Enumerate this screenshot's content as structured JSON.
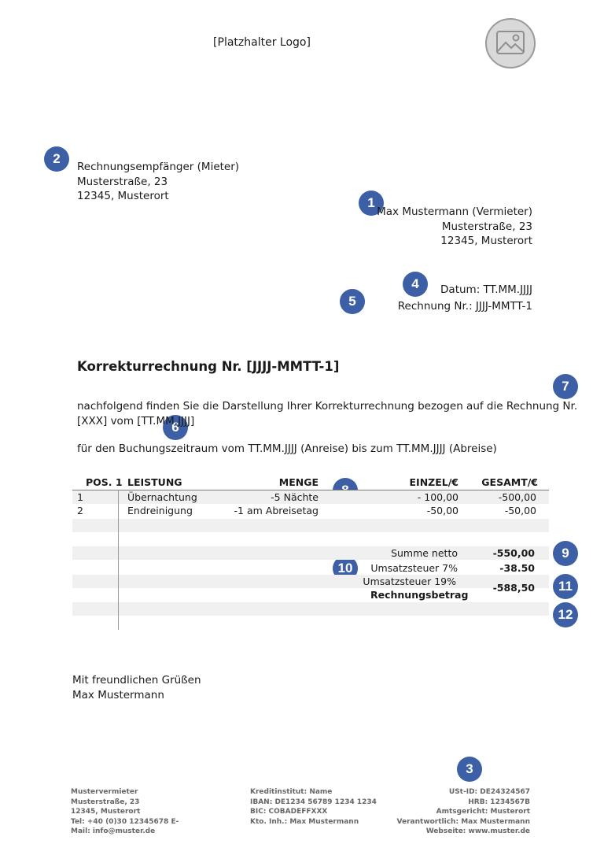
{
  "header": {
    "logo_placeholder": "[Platzhalter Logo]"
  },
  "badges": [
    "1",
    "2",
    "3",
    "4",
    "5",
    "6",
    "7",
    "8",
    "9",
    "10",
    "11",
    "12"
  ],
  "recipient": {
    "name": "Rechnungsempfänger (Mieter)",
    "street": "Musterstraße, 23",
    "city": "12345, Musterort"
  },
  "sender": {
    "name": "Max Mustermann (Vermieter)",
    "street": "Musterstraße, 23",
    "city": "12345, Musterort"
  },
  "meta": {
    "date": "Datum: TT.MM.JJJJ",
    "invoice_no": "Rechnung Nr.: JJJJ-MMTT-1"
  },
  "title": "Korrekturrechnung Nr. [JJJJ-MMTT-1]",
  "intro_text": "nachfolgend finden Sie die Darstellung Ihrer Korrekturrechnung bezogen auf die Rechnung Nr. [XXX] vom [TT.MM.JJJJ]",
  "period_text": "für den Buchungszeitraum vom TT.MM.JJJJ (Anreise) bis zum TT.MM.JJJJ (Abreise)",
  "table": {
    "headers": {
      "pos": "POS. 1",
      "service": "LEISTUNG",
      "qty": "MENGE",
      "unit": "EINZEL/€",
      "total": "GESAMT/€"
    },
    "rows": [
      {
        "pos": "1",
        "service": "Übernachtung",
        "qty": "-5 Nächte",
        "unit": "- 100,00",
        "total": "-500,00"
      },
      {
        "pos": "2",
        "service": "Endreinigung",
        "qty": "-1 am Abreisetag",
        "unit": "-50,00",
        "total": "-50,00"
      }
    ]
  },
  "totals": {
    "net_label": "Summe netto",
    "net_value": "-550,00",
    "vat7_label": "Umsatzsteuer 7%",
    "vat7_value": "-38.50",
    "vat19_label": "Umsatzsteuer 19%",
    "total_label": "Rechnungsbetrag",
    "total_value": "-588,50"
  },
  "closing": {
    "greeting": "Mit freundlichen Grüßen",
    "name": "Max Mustermann"
  },
  "footer": {
    "left": [
      "Mustervermieter",
      "Musterstraße, 23",
      "12345, Musterort",
      "Tel:  +40  (0)30  12345678  E-",
      "Mail: info@muster.de"
    ],
    "middle": [
      "Kreditinstitut: Name",
      "IBAN: DE1234 56789 1234 1234",
      "BIC: COBADEFFXXX",
      "Kto. Inh.: Max Mustermann"
    ],
    "right": [
      "USt-ID: DE24324567",
      "HRB: 1234567B",
      "Amtsgericht: Musterort",
      "Verantwortlich: Max Mustermann",
      "Webseite: www.muster.de"
    ]
  },
  "colors": {
    "badge": "#3d5fa6",
    "row_shade": "#f0f0f0",
    "footer_text": "#666666"
  }
}
